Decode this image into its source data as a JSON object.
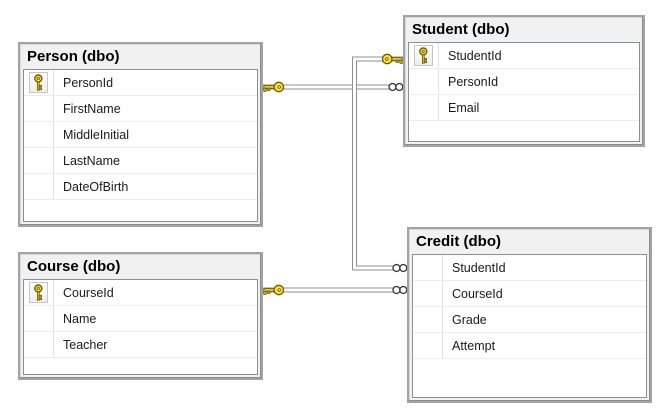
{
  "diagram": {
    "tables": [
      {
        "id": "person",
        "title": "Person (dbo)",
        "columns": [
          {
            "name": "PersonId",
            "primary_key": true
          },
          {
            "name": "FirstName",
            "primary_key": false
          },
          {
            "name": "MiddleInitial",
            "primary_key": false
          },
          {
            "name": "LastName",
            "primary_key": false
          },
          {
            "name": "DateOfBirth",
            "primary_key": false
          }
        ]
      },
      {
        "id": "student",
        "title": "Student (dbo)",
        "columns": [
          {
            "name": "StudentId",
            "primary_key": true
          },
          {
            "name": "PersonId",
            "primary_key": false
          },
          {
            "name": "Email",
            "primary_key": false
          }
        ]
      },
      {
        "id": "course",
        "title": "Course (dbo)",
        "columns": [
          {
            "name": "CourseId",
            "primary_key": true
          },
          {
            "name": "Name",
            "primary_key": false
          },
          {
            "name": "Teacher",
            "primary_key": false
          }
        ]
      },
      {
        "id": "credit",
        "title": "Credit (dbo)",
        "columns": [
          {
            "name": "StudentId",
            "primary_key": false
          },
          {
            "name": "CourseId",
            "primary_key": false
          },
          {
            "name": "Grade",
            "primary_key": false
          },
          {
            "name": "Attempt",
            "primary_key": false
          }
        ]
      }
    ],
    "relationships": [
      {
        "one_table": "Person",
        "one_column": "PersonId",
        "many_table": "Student",
        "many_column": "PersonId",
        "one_end_icon": "key-icon",
        "many_end_icon": "infinity-icon"
      },
      {
        "one_table": "Student",
        "one_column": "StudentId",
        "many_table": "Credit",
        "many_column": "StudentId",
        "one_end_icon": "key-icon",
        "many_end_icon": "infinity-icon"
      },
      {
        "one_table": "Course",
        "one_column": "CourseId",
        "many_table": "Credit",
        "many_column": "CourseId",
        "one_end_icon": "key-icon",
        "many_end_icon": "infinity-icon"
      }
    ],
    "colors": {
      "canvas_bg": "#ffffff",
      "table_header_bg": "#f1f1f1",
      "table_border": "#a3a3a3",
      "grid_border": "#8b8f98",
      "row_separator": "#ededed",
      "relationship_line": "#8f8f8f",
      "key_fill": "#ffe13a",
      "key_outline": "#6e5d00"
    }
  }
}
